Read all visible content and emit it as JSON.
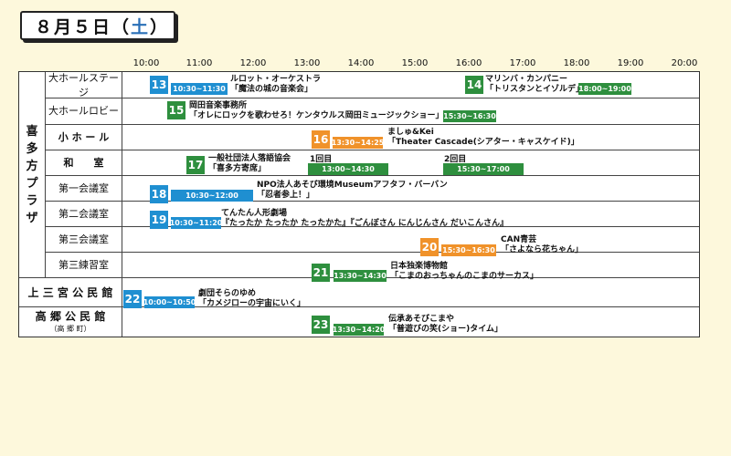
{
  "title": {
    "date": "８月５日",
    "dow_open": "（",
    "dow": "土",
    "dow_close": "）"
  },
  "hours": [
    "10:00",
    "11:00",
    "12:00",
    "13:00",
    "14:00",
    "15:00",
    "16:00",
    "17:00",
    "18:00",
    "19:00",
    "20:00"
  ],
  "group": {
    "chars": [
      "喜",
      "多",
      "方",
      "プ",
      "ラ",
      "ザ"
    ]
  },
  "rooms": [
    "大ホールステージ",
    "大ホールロビー",
    "小 ホ ー ル",
    "和　　室",
    "第一会議室",
    "第二会議室",
    "第三会議室",
    "第三練習室",
    "上 三 宮 公 民 館",
    "高 郷 公 民 館"
  ],
  "sub_label": "（高 郷 町）",
  "events": [
    {
      "num": "13",
      "time": "10:30~11:30",
      "line1": "ルロット・オーケストラ",
      "line2": "「魔法の城の音楽会」",
      "color": "#1f8fd1"
    },
    {
      "num": "14",
      "time": "18:00~19:00",
      "line1": "マリンバ・カンパニー",
      "line2": "「トリスタンとイゾルデ」",
      "color": "#2e8f3e"
    },
    {
      "num": "15",
      "time": "15:30~16:30",
      "line1": "岡田音楽事務所",
      "line2": "「オレにロックを歌わせろ！ケンタウルス岡田ミュージックショー」",
      "color": "#2e8f3e"
    },
    {
      "num": "16",
      "time": "13:30~14:25",
      "line1": "ましゅ&Kei",
      "line2": "「Theater Cascade(シアター・キャスケイド)」",
      "color": "#f0922a"
    },
    {
      "num": "17",
      "time1": "13:00~14:30",
      "time2": "15:30~17:00",
      "sub1": "1回目",
      "sub2": "2回目",
      "line1": "一般社団法人落語協会",
      "line2": "「喜多方寄席」",
      "color": "#2e8f3e"
    },
    {
      "num": "18",
      "time": "10:30~12:00",
      "line1": "NPO法人あそび環境Museumアフタフ・バーバン",
      "line2": "「忍者参上！」",
      "color": "#1f8fd1"
    },
    {
      "num": "19",
      "time": "10:30~11:20",
      "line1": "てんたん人形劇場",
      "line2": "『たったか たったか たったかた』『ごんぼさん にんじんさん だいこんさん』",
      "color": "#1f8fd1"
    },
    {
      "num": "20",
      "time": "15:30~16:30",
      "line1": "CAN青芸",
      "line2": "「さよなら花ちゃん」",
      "color": "#f0922a"
    },
    {
      "num": "21",
      "time": "13:30~14:30",
      "line1": "日本独楽博物館",
      "line2": "「こまのおっちゃんのこまのサーカス」",
      "color": "#2e8f3e"
    },
    {
      "num": "22",
      "time": "10:00~10:50",
      "line1": "劇団そらのゆめ",
      "line2": "「カメジローの宇宙にいく」",
      "color": "#1f8fd1"
    },
    {
      "num": "23",
      "time": "13:30~14:20",
      "line1": "伝承あそびこまや",
      "line2": "「普遊びの笑(ショー)タイム」",
      "color": "#2e8f3e"
    }
  ]
}
